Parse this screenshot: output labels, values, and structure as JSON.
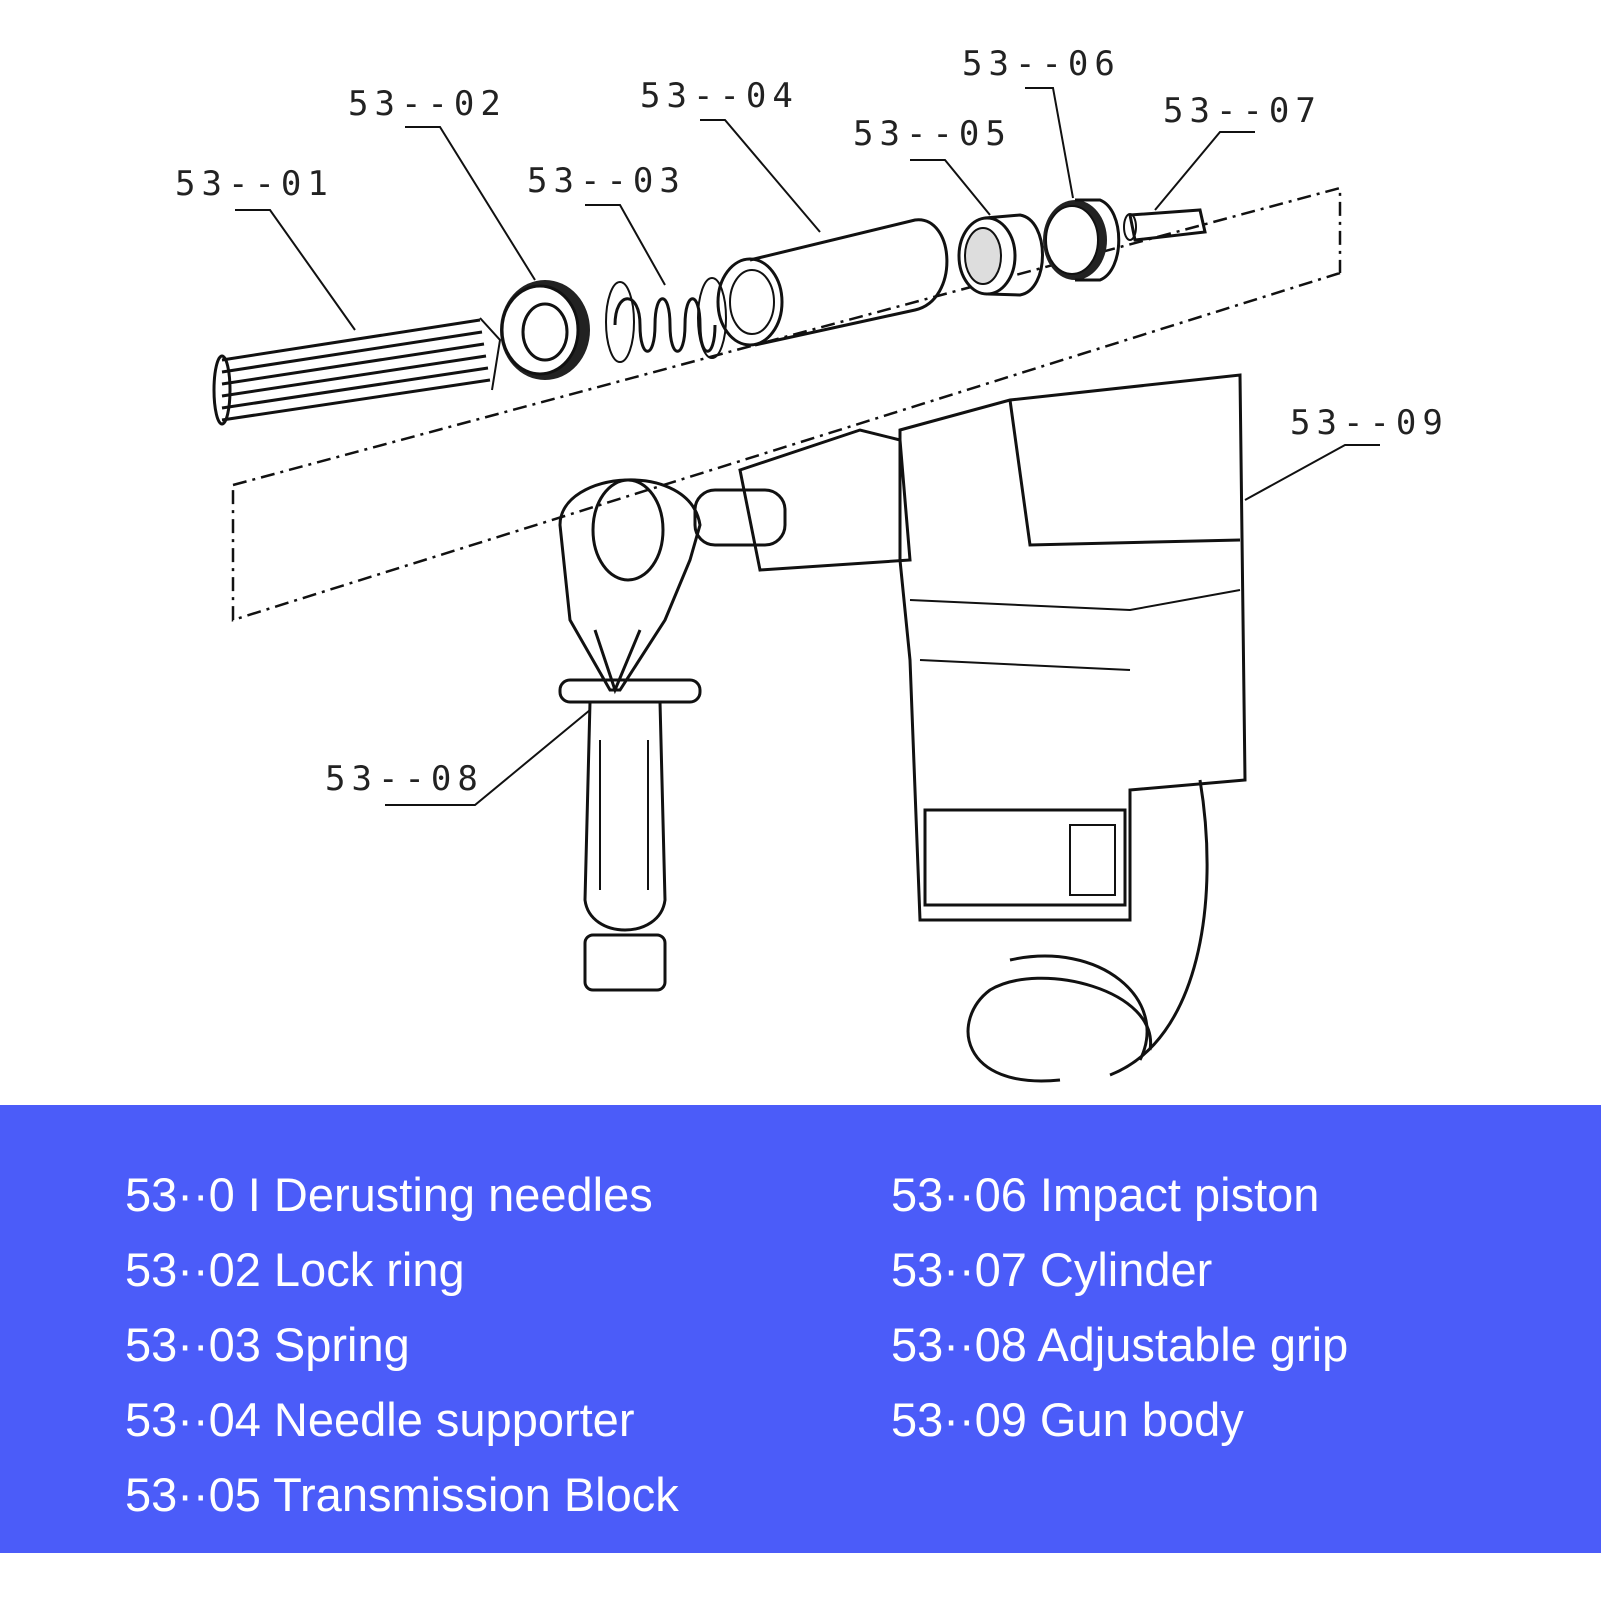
{
  "colors": {
    "legend_background": "#4b5cf9",
    "legend_text": "#ffffff",
    "line": "#111111"
  },
  "callouts": {
    "c01": "53--01",
    "c02": "53--02",
    "c03": "53--03",
    "c04": "53--04",
    "c05": "53--05",
    "c06": "53--06",
    "c07": "53--07",
    "c08": "53--08",
    "c09": "53--09"
  },
  "legend": {
    "left": [
      "53··0 I Derusting needles",
      "53··02 Lock ring",
      "53··03 Spring",
      "53··04 Needle supporter",
      "53··05 Transmission Block"
    ],
    "right": [
      "53··06 Impact piston",
      "53··07 Cylinder",
      "53··08 Adjustable grip",
      "53··09 Gun body"
    ]
  }
}
